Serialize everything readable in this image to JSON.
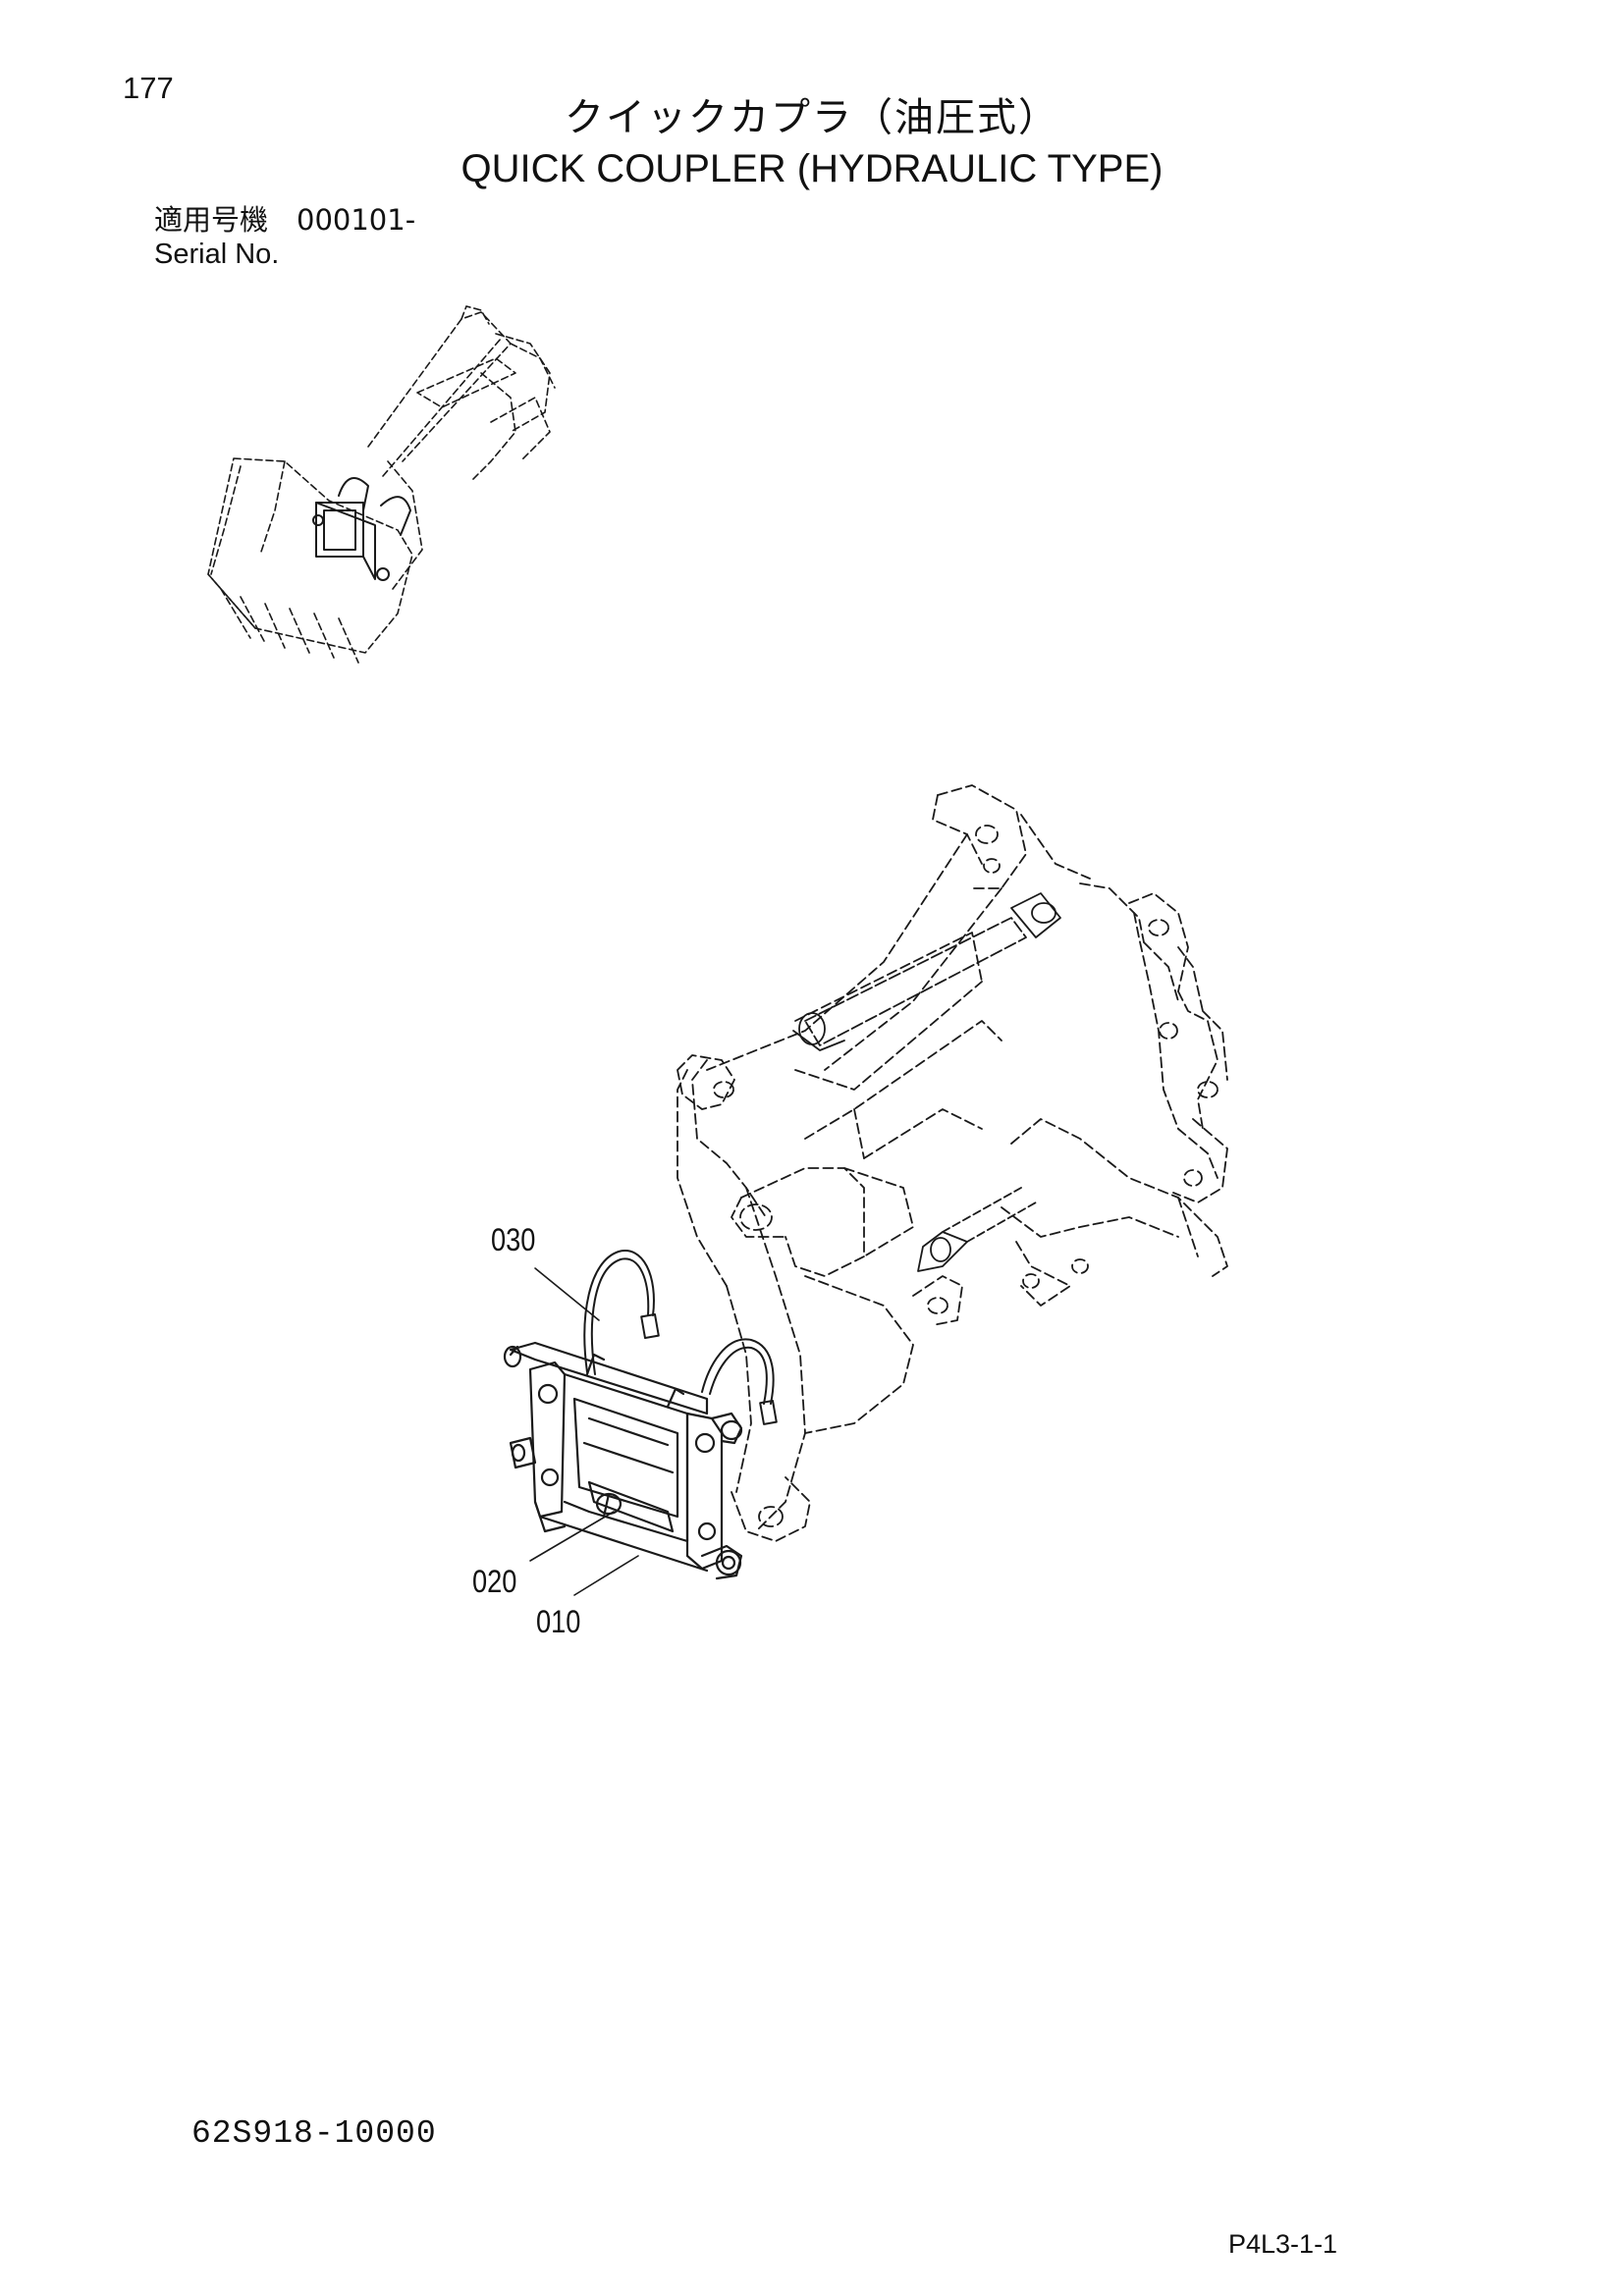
{
  "page": {
    "number": "177",
    "title_jp": "クイックカプラ（油圧式）",
    "title_en": "QUICK COUPLER (HYDRAULIC TYPE)",
    "serial_jp": "適用号機　000101-",
    "serial_en": "Serial No.",
    "part_number": "62S918-10000",
    "page_code": "P4L3-1-1"
  },
  "callouts": [
    {
      "id": "030",
      "label": "030"
    },
    {
      "id": "020",
      "label": "020"
    },
    {
      "id": "010",
      "label": "010"
    }
  ],
  "colors": {
    "line": "#1a1a1a",
    "background": "#ffffff"
  }
}
